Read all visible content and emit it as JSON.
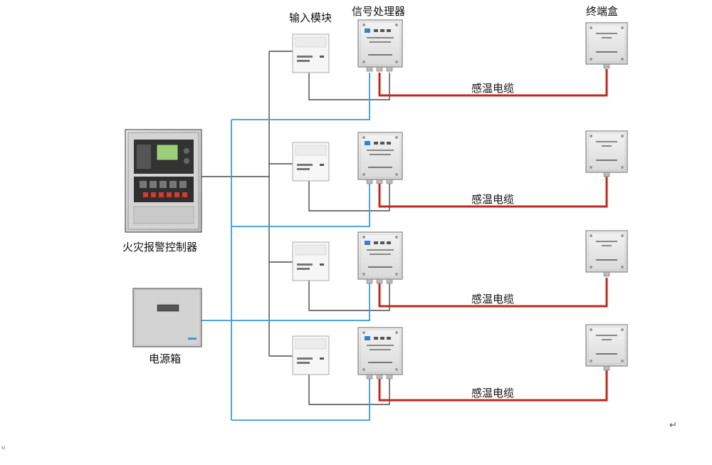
{
  "labels": {
    "input_module": "输入模块",
    "signal_processor": "信号处理器",
    "terminal_box": "终端盒",
    "fire_alarm_controller": "火灾报警控制器",
    "power_box": "电源箱",
    "sensing_cable": "感温电缆"
  },
  "colors": {
    "bus_wire": "#4a4a4a",
    "power_wire": "#3a9ad9",
    "sensing_cable": "#c0281e"
  },
  "marks": {
    "paragraph": "↵",
    "corner": "ᵘ"
  }
}
